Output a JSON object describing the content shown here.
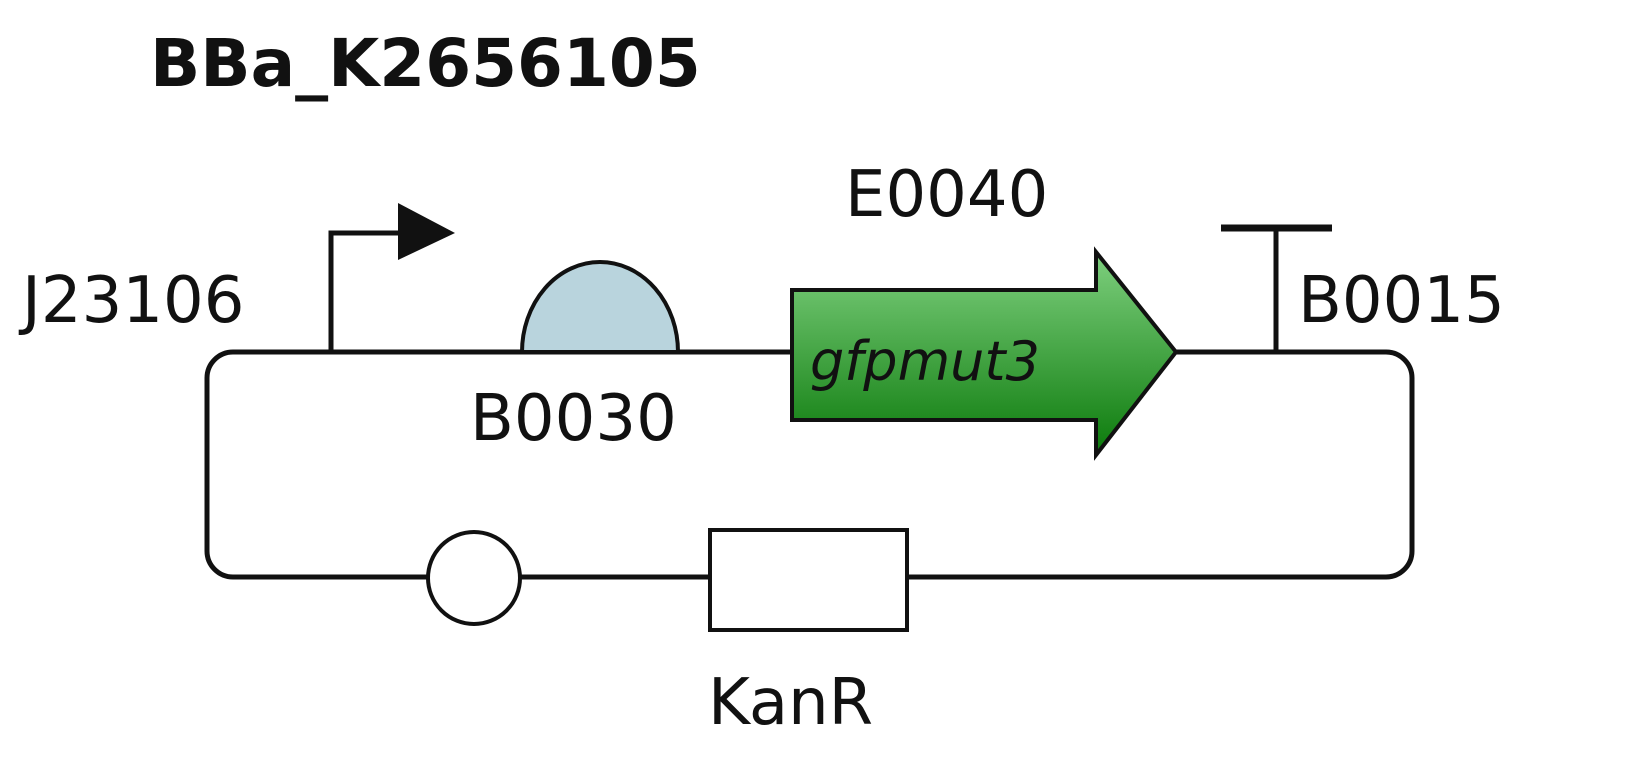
{
  "title": "BBa_K2656105",
  "parts": {
    "promoter": {
      "label": "J23106"
    },
    "rbs": {
      "label": "B0030"
    },
    "cds": {
      "label": "E0040",
      "gene": "gfpmut3"
    },
    "terminator": {
      "label": "B0015"
    },
    "resistance": {
      "label": "KanR"
    }
  },
  "colors": {
    "line": "#111111",
    "rbs_fill": "#b9d4dd",
    "cds_fill_light": "#7fd07f",
    "cds_fill_dark": "#0b7a0b",
    "origin_fill": "#ffffff",
    "resistance_fill": "#ffffff"
  },
  "icons": {
    "promoter": "bent-arrow-icon",
    "rbs": "semicircle-icon",
    "cds": "block-arrow-icon",
    "terminator": "t-bar-icon",
    "origin": "circle-icon",
    "resistance": "rectangle-icon"
  }
}
